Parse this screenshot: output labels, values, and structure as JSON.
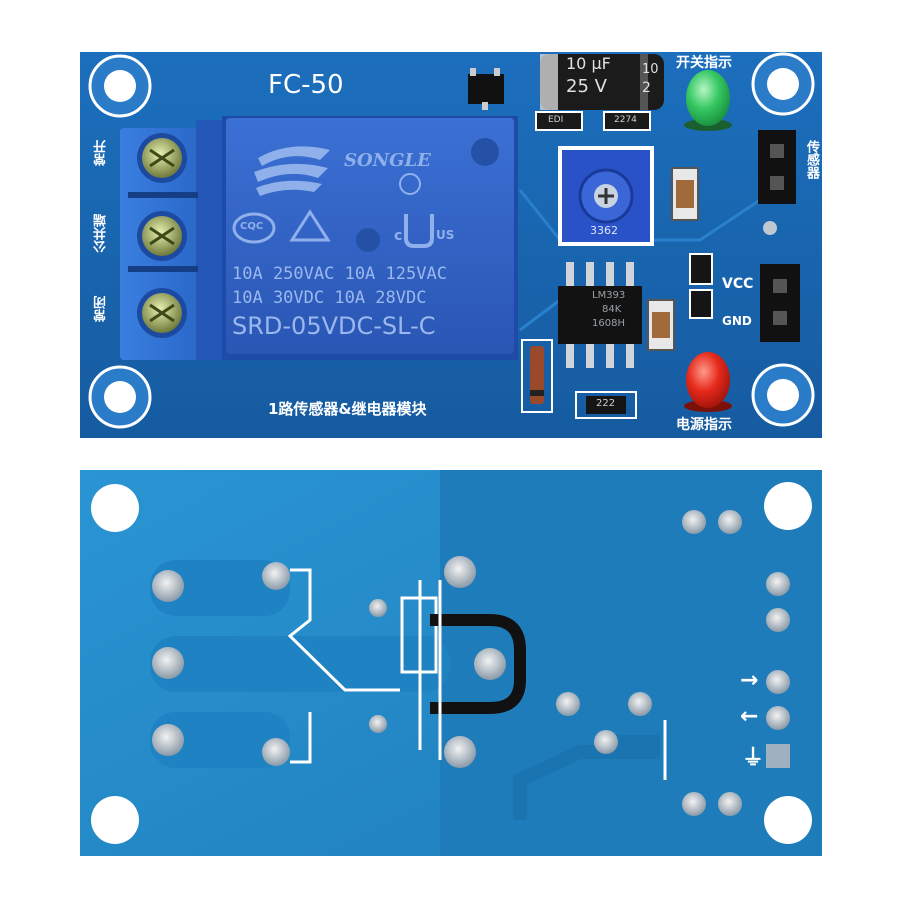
{
  "top_board": {
    "model": "FC-50",
    "subtitle": "1路传感器&继电器模块",
    "led_switch_label": "开关指示",
    "led_power_label": "电源指示",
    "terminal_labels": [
      "常开",
      "公共端",
      "常闭"
    ],
    "header_right_label": "传感器",
    "vcc_label": "VCC",
    "gnd_label": "GND",
    "relay": {
      "brand": "SONGLE",
      "cert1": "CQC",
      "cert2": "c",
      "cert3": "US",
      "rating1": "10A 250VAC  10A 125VAC",
      "rating2": "10A  30VDC  10A  28VDC",
      "model": "SRD-05VDC-SL-C"
    },
    "capacitor": {
      "value1": "10 μF",
      "value1b": "10",
      "value2": "25 V",
      "value2b": "2"
    },
    "potentiometer_code": "3362",
    "ic": {
      "line1": "LM393",
      "line2": "84K",
      "line3": "1608H"
    },
    "resistor_code": "222",
    "smd_labels": [
      "EDI",
      "2274"
    ]
  },
  "bottom_board": {
    "arrow_in": "→",
    "arrow_out": "←",
    "ground_symbol": "⏚"
  },
  "colors": {
    "pcb_top": "#1a63b0",
    "pcb_bottom": "#2288c8",
    "relay": "#2f5fc4",
    "terminal": "#2c6ed0",
    "led_green": "#2fc05a",
    "led_red": "#e0261a",
    "silkscreen": "#ffffff"
  }
}
